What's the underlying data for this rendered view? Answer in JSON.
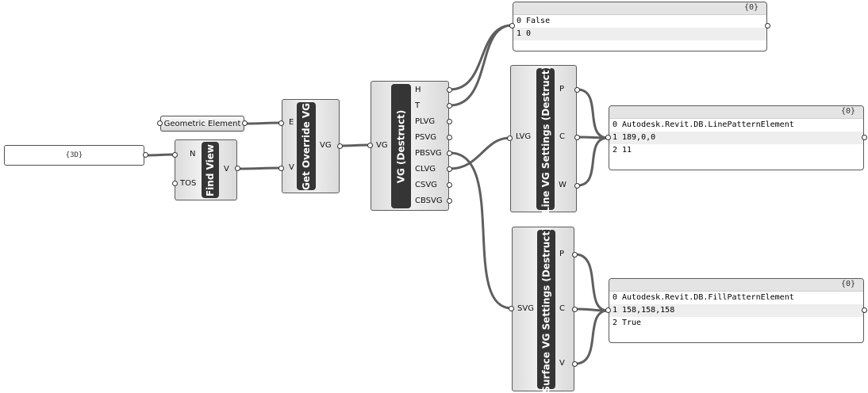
{
  "view_input": {
    "value": "{3D}"
  },
  "geometric_element": {
    "label": "Geometric Element"
  },
  "find_view": {
    "title": "Find View",
    "inputs": [
      "N",
      "TOS"
    ],
    "outputs": [
      "V"
    ]
  },
  "get_override": {
    "title": "Get Override VG",
    "inputs": [
      "E",
      "V"
    ],
    "outputs": [
      "VG"
    ]
  },
  "vg_destruct": {
    "title": "VG (Destruct)",
    "inputs": [
      "VG"
    ],
    "outputs": [
      "H",
      "T",
      "PLVG",
      "PSVG",
      "PBSVG",
      "CLVG",
      "CSVG",
      "CBSVG"
    ]
  },
  "line_vg": {
    "title": "Line VG Settings (Destruct)",
    "inputs": [
      "LVG"
    ],
    "outputs": [
      "P",
      "C",
      "W"
    ]
  },
  "surface_vg": {
    "title": "Surface VG Settings (Destruct)",
    "inputs": [
      "SVG"
    ],
    "outputs": [
      "P",
      "C",
      "V"
    ]
  },
  "panel_bool": {
    "header": "{0}",
    "rows": [
      {
        "i": "0",
        "v": "False"
      },
      {
        "i": "1",
        "v": "0"
      }
    ]
  },
  "panel_line": {
    "header": "{0}",
    "rows": [
      {
        "i": "0",
        "v": "Autodesk.Revit.DB.LinePatternElement"
      },
      {
        "i": "1",
        "v": "189,0,0"
      },
      {
        "i": "2",
        "v": "11"
      }
    ]
  },
  "panel_surface": {
    "header": "{0}",
    "rows": [
      {
        "i": "0",
        "v": "Autodesk.Revit.DB.FillPatternElement"
      },
      {
        "i": "1",
        "v": "158,158,158"
      },
      {
        "i": "2",
        "v": "True"
      }
    ]
  }
}
